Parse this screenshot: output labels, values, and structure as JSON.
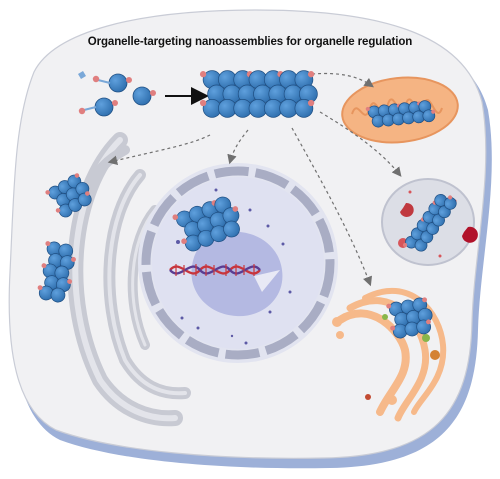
{
  "title": "Organelle-targeting nanoassemblies for organelle regulation",
  "colors": {
    "cell_fill": "#f1f1f3",
    "cell_shadow": "#9db0d8",
    "nanoparticle": "#3f83c5",
    "nanoparticle_stroke": "#1f4f83",
    "ligand": "#e07f7f",
    "mitochondrion": "#f5b483",
    "golgi": "#f6b98a",
    "er": "#c8cad3",
    "nucleus": "#cfd2ea",
    "nucleolus": "#b4b9e2",
    "lysosome": "#dcdee6",
    "dna_red": "#c8353c",
    "dna_purple": "#5a3c92",
    "arrow": "#6b6b6b"
  },
  "components": [
    "free-molecules",
    "nanoassembly",
    "mitochondrion",
    "endoplasmic-reticulum",
    "nucleus",
    "lysosome",
    "golgi-apparatus"
  ]
}
